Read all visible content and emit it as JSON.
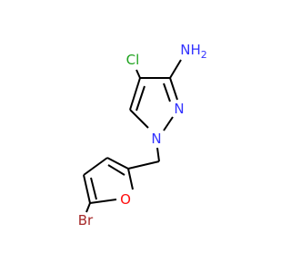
{
  "molecule": {
    "atoms": {
      "nh2": {
        "text": "NH",
        "sub": "2",
        "color": "#3333ff"
      },
      "cl": {
        "text": "Cl",
        "color": "#1fa31f"
      },
      "n_ring_top": {
        "text": "N",
        "color": "#3333ff"
      },
      "n_ring_bottom": {
        "text": "N",
        "color": "#3333ff"
      },
      "o_furan": {
        "text": "O",
        "color": "#ff0d0d"
      },
      "br": {
        "text": "Br",
        "color": "#a62929"
      }
    },
    "bond_color": "#000000"
  }
}
